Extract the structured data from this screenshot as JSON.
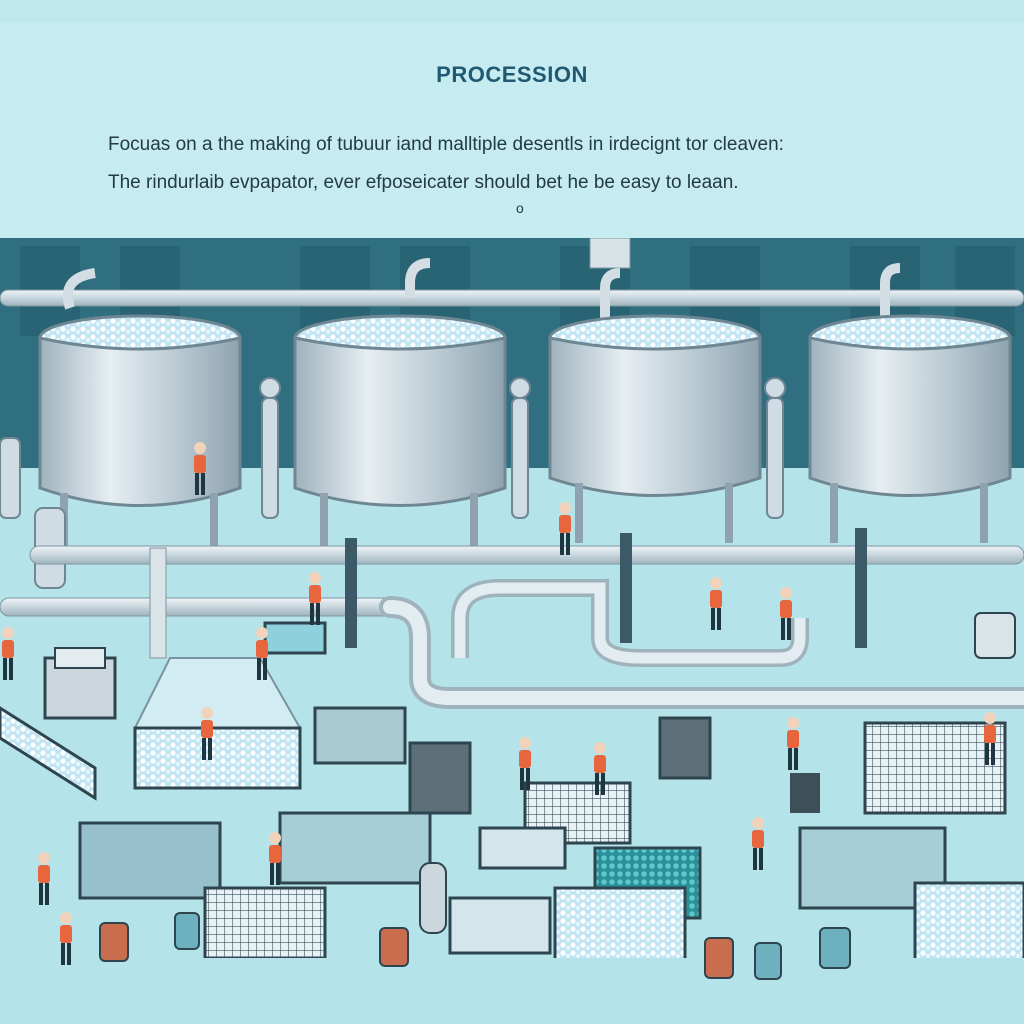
{
  "header": {
    "title": "PROCESSION",
    "description_line_1": "Focuas on a the making of tubuur iand malltiple desentls in irdecignt tor cleaven:",
    "description_line_2": "The  rindurlaib evpapator, ever efposeicater should bet he  be easy to leaan.",
    "marker": "o"
  },
  "colors": {
    "background": "#bfe7ee",
    "header_panel": "#c6ebf1",
    "wall": "#2f6f7f",
    "floor": "#b5e3ea",
    "steel": "#c9d5dc",
    "pipe": "#d9e3e8",
    "crystal": "#e9f8ff",
    "worker_vest": "#e8663d",
    "title_text": "#1f5a72"
  },
  "scene": {
    "tanks": [
      "tank-1",
      "tank-2",
      "tank-3",
      "tank-4"
    ],
    "workers": [
      "worker",
      "worker",
      "worker",
      "worker",
      "worker",
      "worker",
      "worker",
      "worker",
      "worker",
      "worker",
      "worker",
      "worker",
      "worker",
      "worker",
      "worker",
      "worker"
    ]
  }
}
